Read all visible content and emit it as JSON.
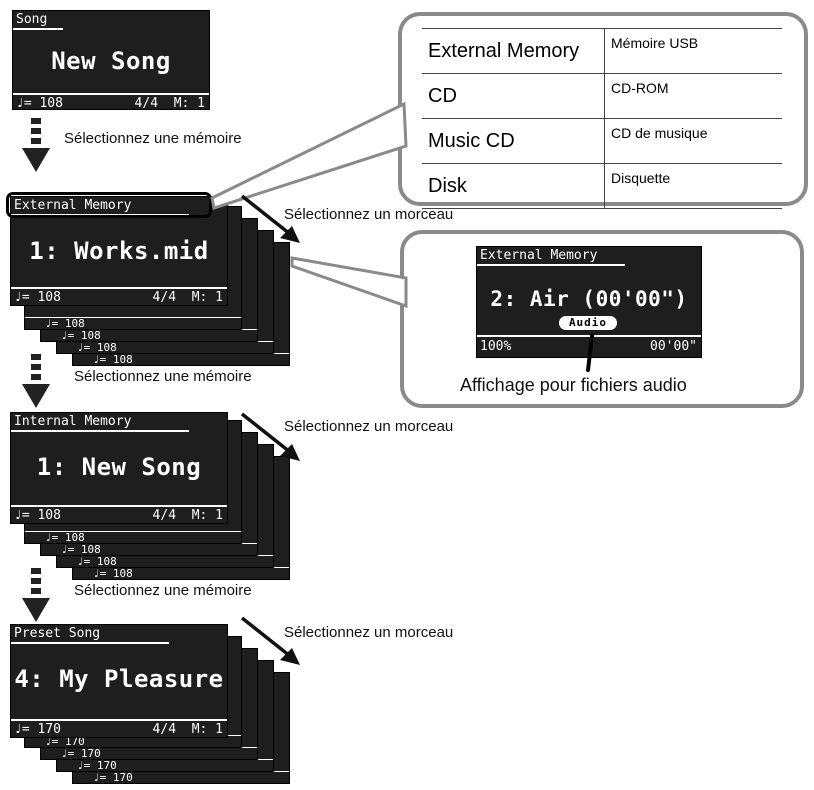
{
  "step_label": "Sélectionnez une mémoire",
  "song_label": "Sélectionnez un morceau",
  "screen_song": {
    "header": "Song",
    "title": "New Song",
    "tempo": "♩= 108",
    "beat": "4/4",
    "measure": "M:  1"
  },
  "screen_external": {
    "header": "External Memory",
    "title": "1: Works.mid",
    "tempo": "♩= 108",
    "beat": "4/4",
    "measure": "M:  1",
    "stack": "♩= 108"
  },
  "screen_internal": {
    "header": "Internal Memory",
    "title": "1: New Song",
    "tempo": "♩= 108",
    "beat": "4/4",
    "measure": "M:  1",
    "stack": "♩= 108"
  },
  "screen_preset": {
    "header": "Preset Song",
    "title": "4: My Pleasure",
    "tempo": "♩= 170",
    "beat": "4/4",
    "measure": "M:  1",
    "stack": "♩= 170"
  },
  "memory_table": [
    {
      "name": "External Memory",
      "desc": "Mémoire USB"
    },
    {
      "name": "CD",
      "desc": "CD-ROM"
    },
    {
      "name": "Music CD",
      "desc": "CD de musique"
    },
    {
      "name": "Disk",
      "desc": "Disquette"
    }
  ],
  "audio_screen": {
    "header": "External Memory",
    "title": "2: Air (00'00\")",
    "badge": "Audio",
    "volume": "100%",
    "time": "00'00\""
  },
  "audio_caption": "Affichage pour fichiers audio"
}
